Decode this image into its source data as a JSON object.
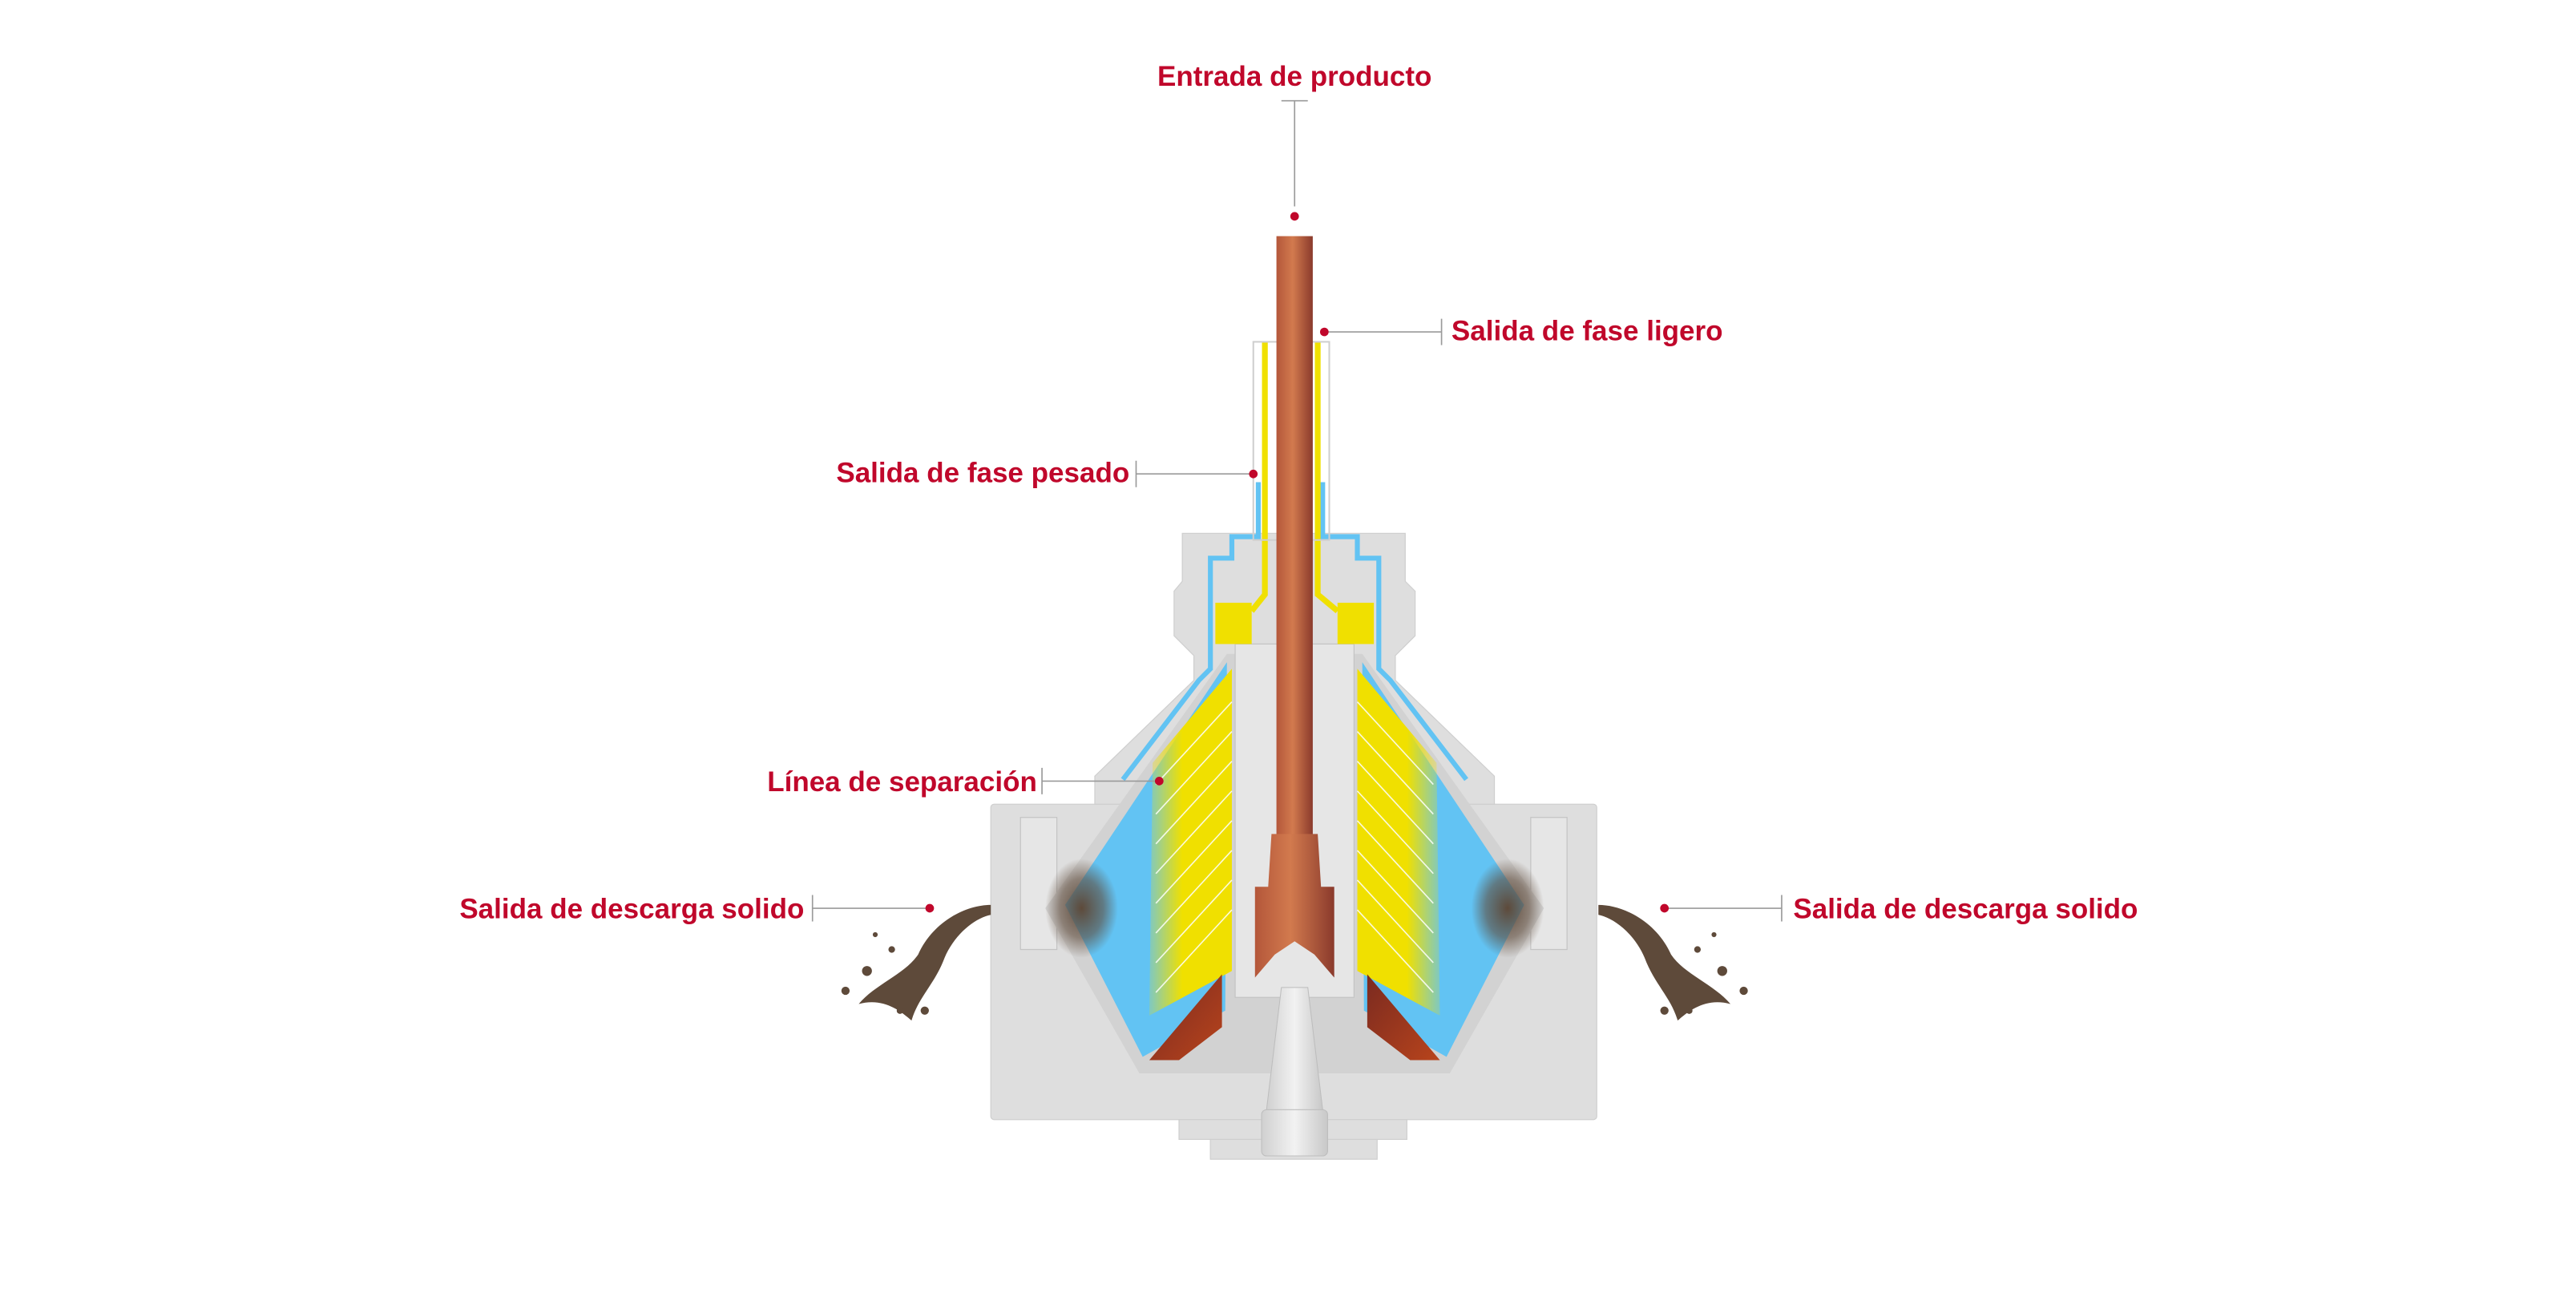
{
  "diagram": {
    "labels": {
      "product_inlet": "Entrada de producto",
      "light_phase_outlet": "Salida de fase ligero",
      "heavy_phase_outlet": "Salida de fase pesado",
      "separation_line": "Línea de separación",
      "solids_discharge_left": "Salida de descarga solido",
      "solids_discharge_right": "Salida de descarga solido"
    },
    "colors": {
      "label": "#c0072b",
      "leader": "#9a9a9a",
      "housing": "#dedede",
      "light_phase": "#f0e000",
      "heavy_phase": "#62c3f3",
      "product": "#c46a43",
      "solids": "#5e4a3a"
    }
  }
}
